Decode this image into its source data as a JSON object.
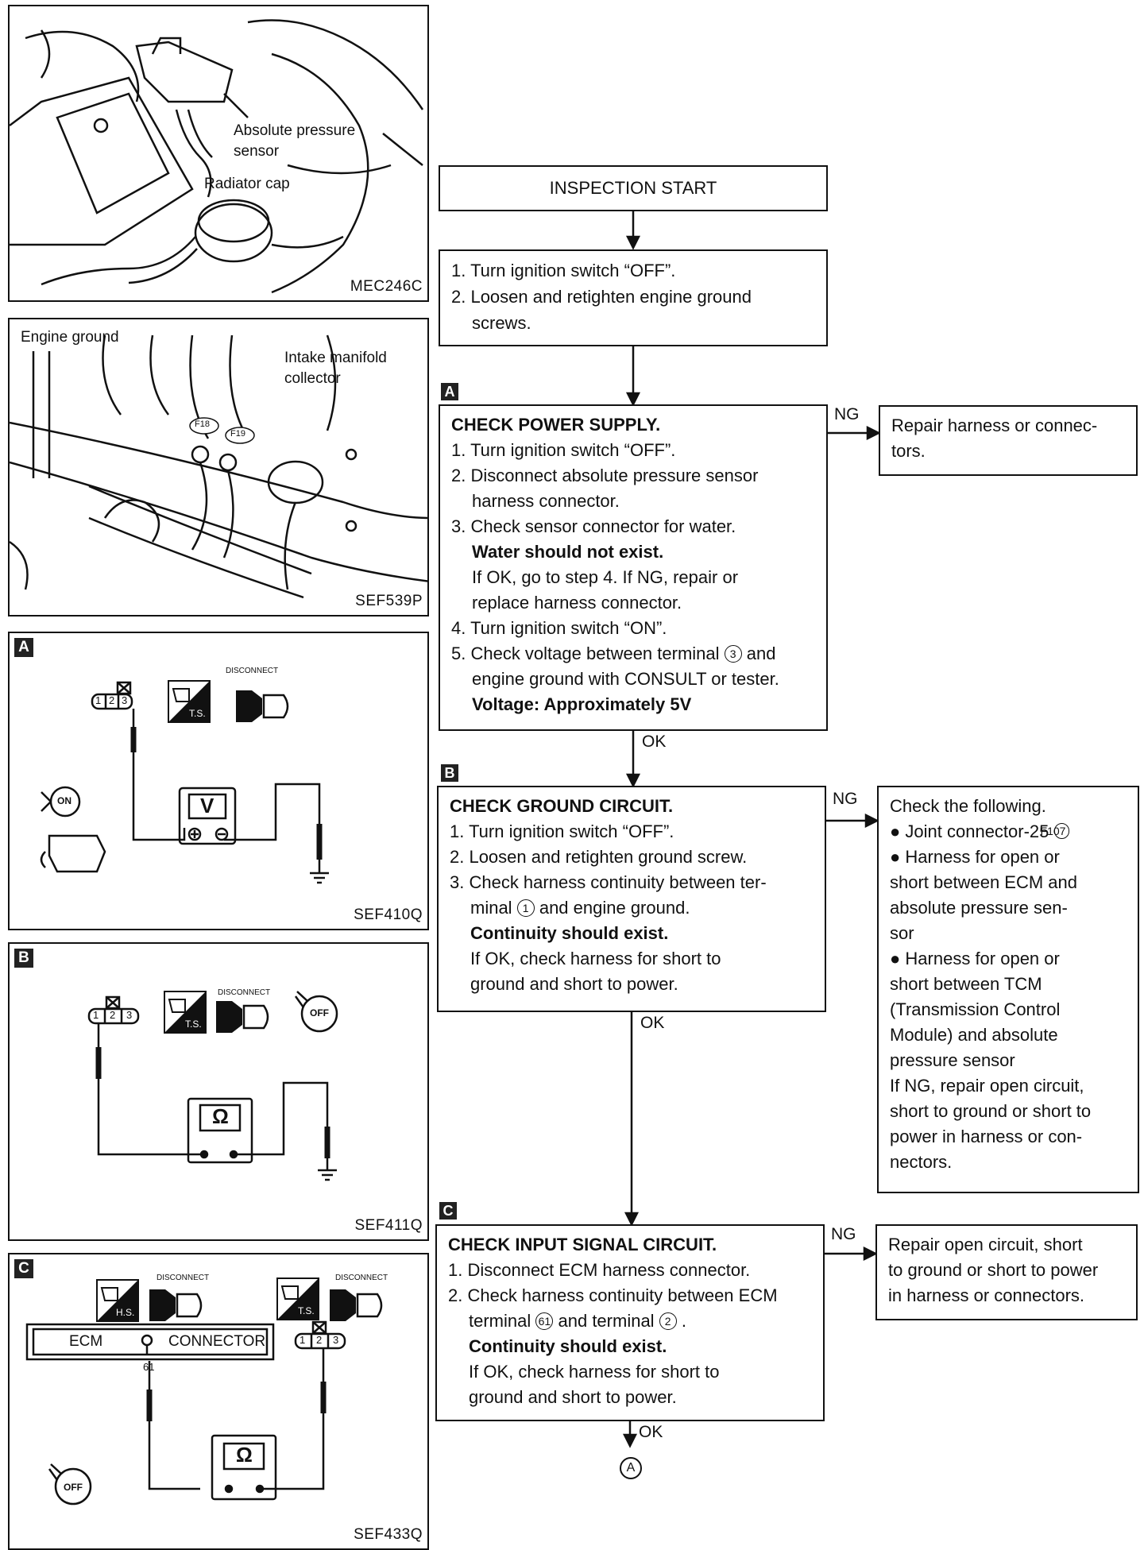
{
  "figures": {
    "fig1": {
      "code": "MEC246C",
      "label_sensor_line1": "Absolute pressure",
      "label_sensor_line2": "sensor",
      "label_radiator": "Radiator cap"
    },
    "fig2": {
      "code": "SEF539P",
      "label_ground": "Engine ground",
      "label_manifold_line1": "Intake manifold",
      "label_manifold_line2": "collector",
      "tag_f18": "F18",
      "tag_f19": "F19"
    },
    "fig3": {
      "letter": "A",
      "code": "SEF410Q",
      "disconnect": "DISCONNECT",
      "ts": "T.S.",
      "meter": "V",
      "key": "ON",
      "pins": [
        "1",
        "2",
        "3"
      ]
    },
    "fig4": {
      "letter": "B",
      "code": "SEF411Q",
      "disconnect": "DISCONNECT",
      "ts": "T.S.",
      "meter": "Ω",
      "key": "OFF",
      "pins": [
        "1",
        "2",
        "3"
      ]
    },
    "fig5": {
      "letter": "C",
      "code": "SEF433Q",
      "disconnect1": "DISCONNECT",
      "disconnect2": "DISCONNECT",
      "hs": "H.S.",
      "ts": "T.S.",
      "ecm": "ECM",
      "connector": "CONNECTOR",
      "terminal": "61",
      "meter": "Ω",
      "key": "OFF",
      "pins": [
        "1",
        "2",
        "3"
      ]
    }
  },
  "flow": {
    "start": "INSPECTION START",
    "pre_steps": [
      "1. Turn ignition switch “OFF”.",
      "2. Loosen and retighten engine ground",
      "screws."
    ],
    "ng": "NG",
    "ok": "OK",
    "step_a": {
      "letter": "A",
      "title": "CHECK POWER SUPPLY.",
      "l1": "1. Turn ignition switch “OFF”.",
      "l2": "2. Disconnect absolute pressure sensor",
      "l2b": "harness connector.",
      "l3": "3. Check sensor connector for water.",
      "l3b": "Water should not exist.",
      "l3c": "If OK, go to step 4. If NG, repair or",
      "l3d": "replace harness connector.",
      "l4": "4. Turn ignition switch “ON”.",
      "l5a": "5. Check voltage between terminal",
      "l5term": "3",
      "l5b": "and",
      "l5c": "engine ground with CONSULT or tester.",
      "l5d": "Voltage: Approximately 5V",
      "ng_action": [
        "Repair harness or connec-",
        "tors."
      ]
    },
    "step_b": {
      "letter": "B",
      "title": "CHECK GROUND CIRCUIT.",
      "l1": "1. Turn ignition switch “OFF”.",
      "l2": "2. Loosen and retighten ground screw.",
      "l3": "3. Check harness continuity between ter-",
      "l3b_pre": "minal",
      "l3b_term": "1",
      "l3b_post": "and engine ground.",
      "l3c": "Continuity should exist.",
      "l3d": "If OK, check harness for short to",
      "l3e": "ground and short to power.",
      "ng_title": "Check the following.",
      "ng_item1": "Joint connector-25",
      "ng_item1_tag": "F107",
      "ng_item2": [
        "Harness for open or",
        "short between ECM and",
        "absolute pressure sen-",
        "sor"
      ],
      "ng_item3": [
        "Harness for open or",
        "short between TCM",
        "(Transmission Control",
        "Module) and absolute",
        "pressure sensor"
      ],
      "ng_tail": [
        "If NG, repair open circuit,",
        "short to ground or short to",
        "power in harness or con-",
        "nectors."
      ]
    },
    "step_c": {
      "letter": "C",
      "title": "CHECK INPUT SIGNAL CIRCUIT.",
      "l1": "1. Disconnect ECM harness connector.",
      "l2": "2. Check harness continuity between ECM",
      "l2b_pre": "terminal",
      "l2b_term1": "61",
      "l2b_mid": "and terminal",
      "l2b_term2": "2",
      "l2b_post": ".",
      "l2c": "Continuity should exist.",
      "l2d": "If OK, check harness for short to",
      "l2e": "ground and short to power.",
      "ng_action": [
        "Repair open circuit, short",
        "to ground or short to power",
        "in harness or connectors."
      ]
    },
    "end_marker": "A"
  }
}
